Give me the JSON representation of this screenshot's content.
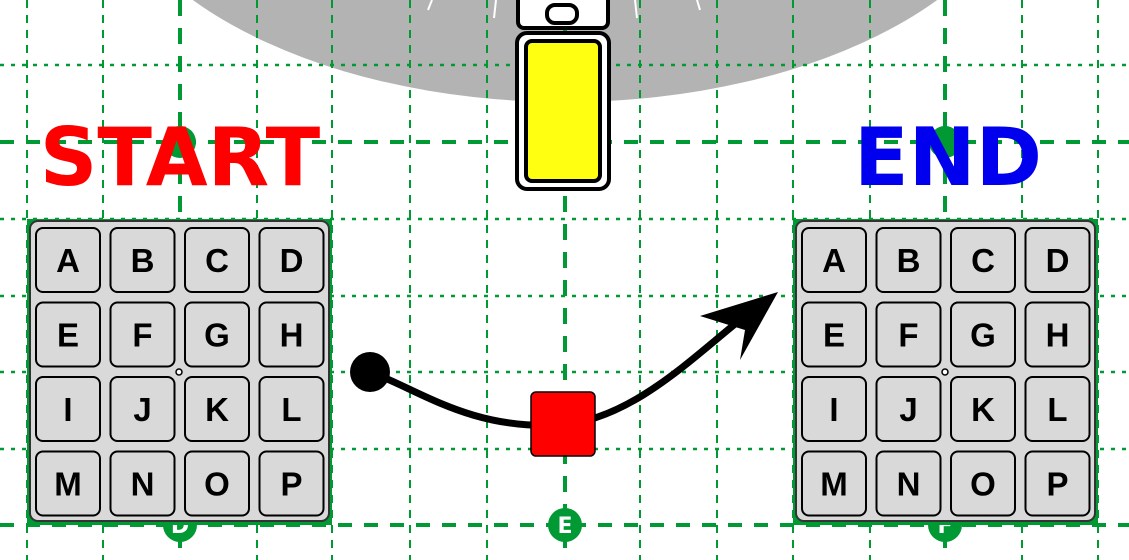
{
  "start_label": "START",
  "end_label": "END",
  "grid_markers": [
    "D",
    "E",
    "F"
  ],
  "keypad_keys": [
    "A",
    "B",
    "C",
    "D",
    "E",
    "F",
    "G",
    "H",
    "I",
    "J",
    "K",
    "L",
    "M",
    "N",
    "O",
    "P"
  ],
  "colors": {
    "start": "#ff0000",
    "end": "#0000ee",
    "grid": "#009933",
    "block": "#ff0000",
    "sensor": "#ffff11"
  }
}
